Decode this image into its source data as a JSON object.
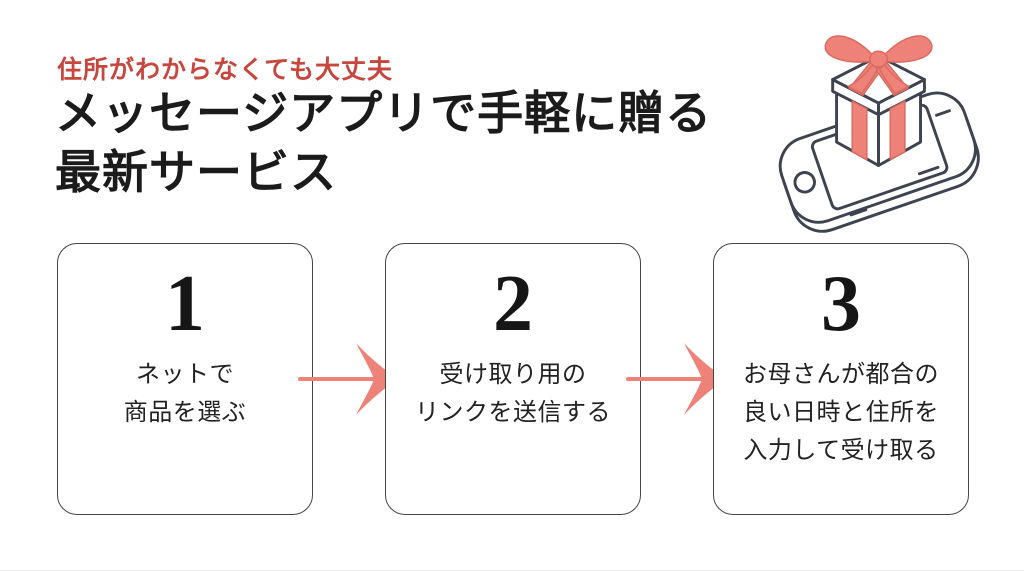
{
  "theme": {
    "accent_red": "#c7463e",
    "coral": "#ee8278",
    "coral_deep": "#d96b61",
    "line": "#3d4351",
    "ink": "#1b1b1b",
    "card_border": "#454545",
    "bg": "#ffffff"
  },
  "header": {
    "tagline": "住所がわからなくても大丈夫",
    "title_line1": "メッセージアプリで手軽に贈る",
    "title_line2": "最新サービス"
  },
  "illustration": {
    "name": "smartphone-with-gift",
    "description": "line-art smartphone with gift box and coral ribbon bow on screen"
  },
  "steps": [
    {
      "number": "1",
      "lines": [
        "ネットで",
        "商品を選ぶ"
      ]
    },
    {
      "number": "2",
      "lines": [
        "受け取り用の",
        "リンクを送信する"
      ]
    },
    {
      "number": "3",
      "lines": [
        "お母さんが都合の",
        "良い日時と住所を",
        "入力して受け取る"
      ]
    }
  ]
}
